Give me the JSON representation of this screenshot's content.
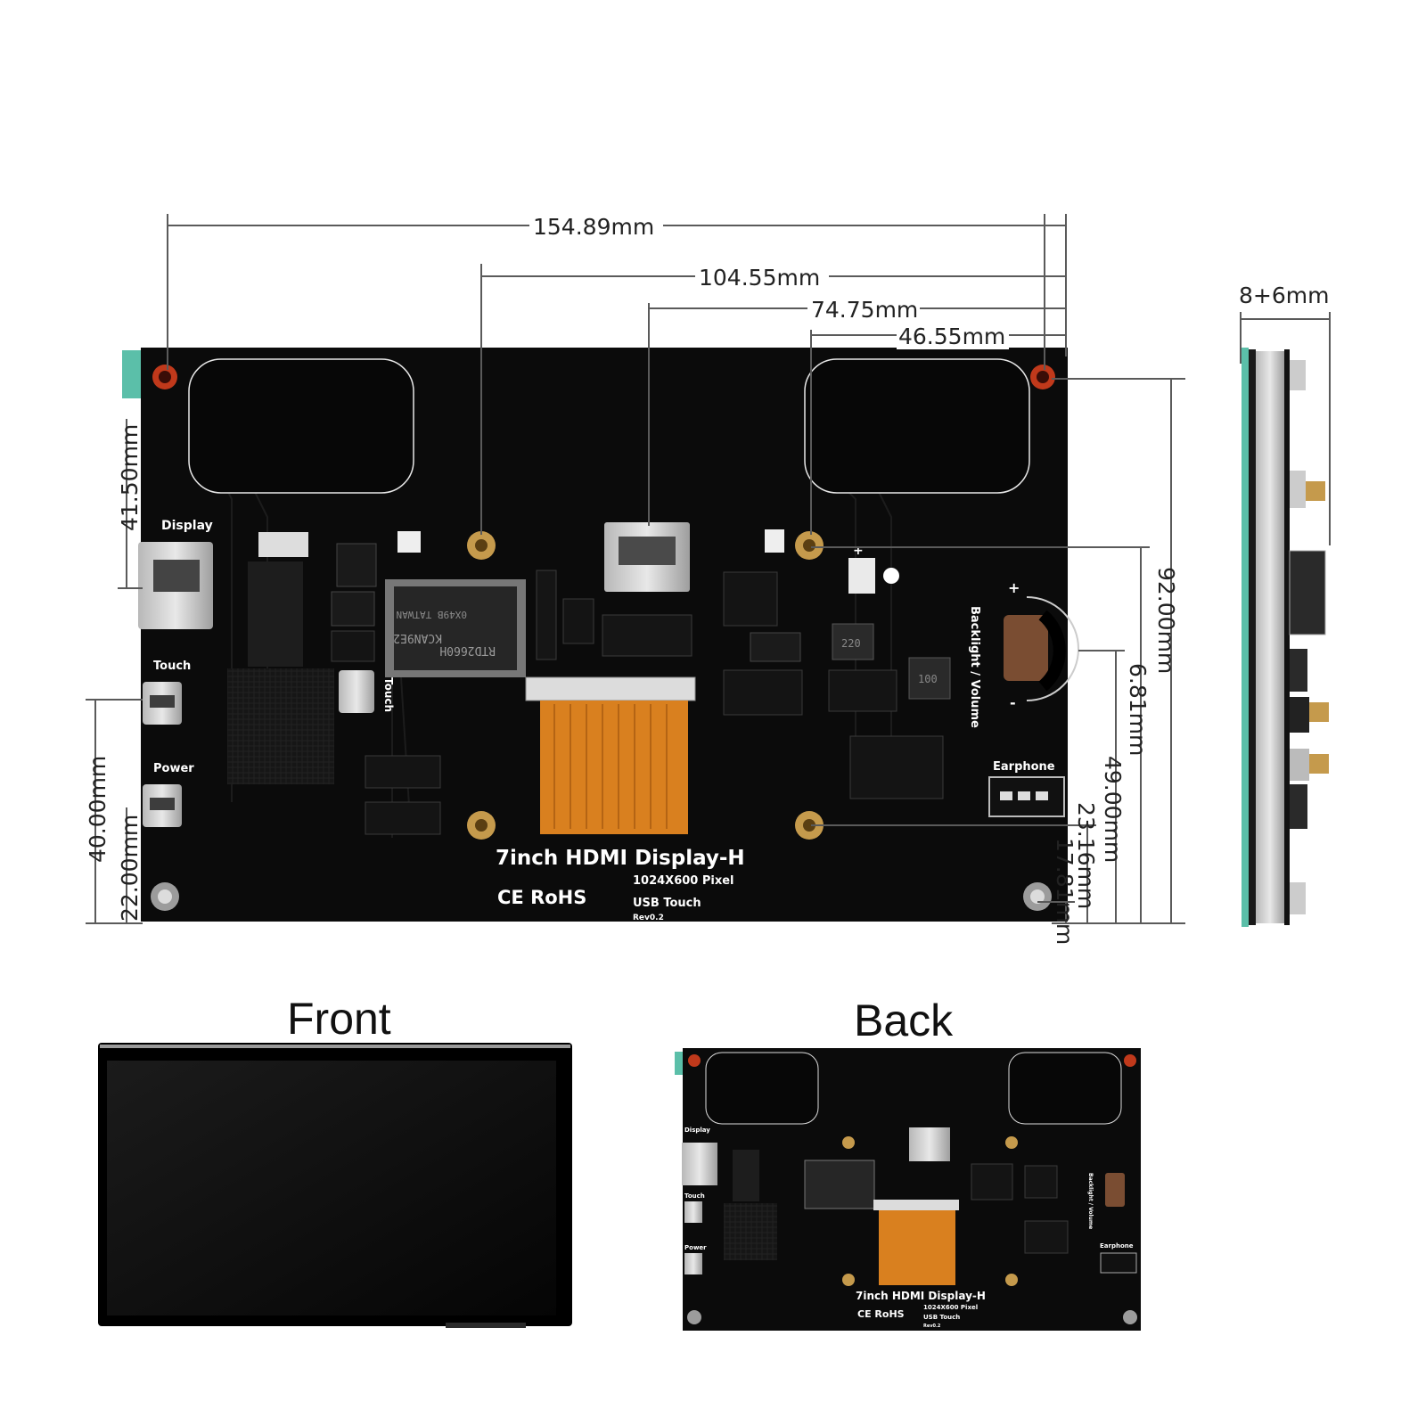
{
  "dimensions": {
    "width_total": "154.89mm",
    "hole_span_104": "104.55mm",
    "hole_span_74": "74.75mm",
    "hole_span_46": "46.55mm",
    "left_41": "41.50mm",
    "left_40": "40.00mm",
    "left_22": "22.00mm",
    "right_92": "92.00mm",
    "right_6_81": "6.81mm",
    "right_49": "49.00mm",
    "right_23_16": "23.16mm",
    "right_17_81": "17.81mm",
    "thickness": "8+6mm"
  },
  "board": {
    "title": "7inch HDMI Display-H",
    "resolution": "1024X600 Pixel",
    "touch_type": "USB Touch",
    "revision": "Rev0.2",
    "compliance": "CE RoHS",
    "chip_main_line1": "RTD2660H",
    "chip_main_line2": "KCAN9E2",
    "chip_main_line3": "0X49B TATWAN",
    "inductor_1": "220",
    "inductor_2": "100",
    "labels": {
      "display": "Display",
      "touch": "Touch",
      "touch_side": "Touch",
      "power": "Power",
      "backlight_volume": "Backlight / Volume",
      "earphone": "Earphone",
      "plus": "+",
      "minus": "-"
    }
  },
  "small_back": {
    "title": "7inch HDMI Display-H",
    "resolution": "1024X600 Pixel",
    "touch_type": "USB Touch",
    "revision": "Rev0.2",
    "compliance": "CE RoHS",
    "labels": {
      "display": "Display",
      "touch": "Touch",
      "power": "Power",
      "backlight_volume": "Backlight / Volume",
      "earphone": "Earphone"
    }
  },
  "captions": {
    "front": "Front",
    "back": "Back"
  },
  "colors": {
    "pcb": "#0b0b0b",
    "dim_line": "#5a5a5a",
    "fpc": "#d9801f",
    "mount_red": "#c0391b",
    "brass": "#c59a4c",
    "teal": "#5bbfa9"
  }
}
